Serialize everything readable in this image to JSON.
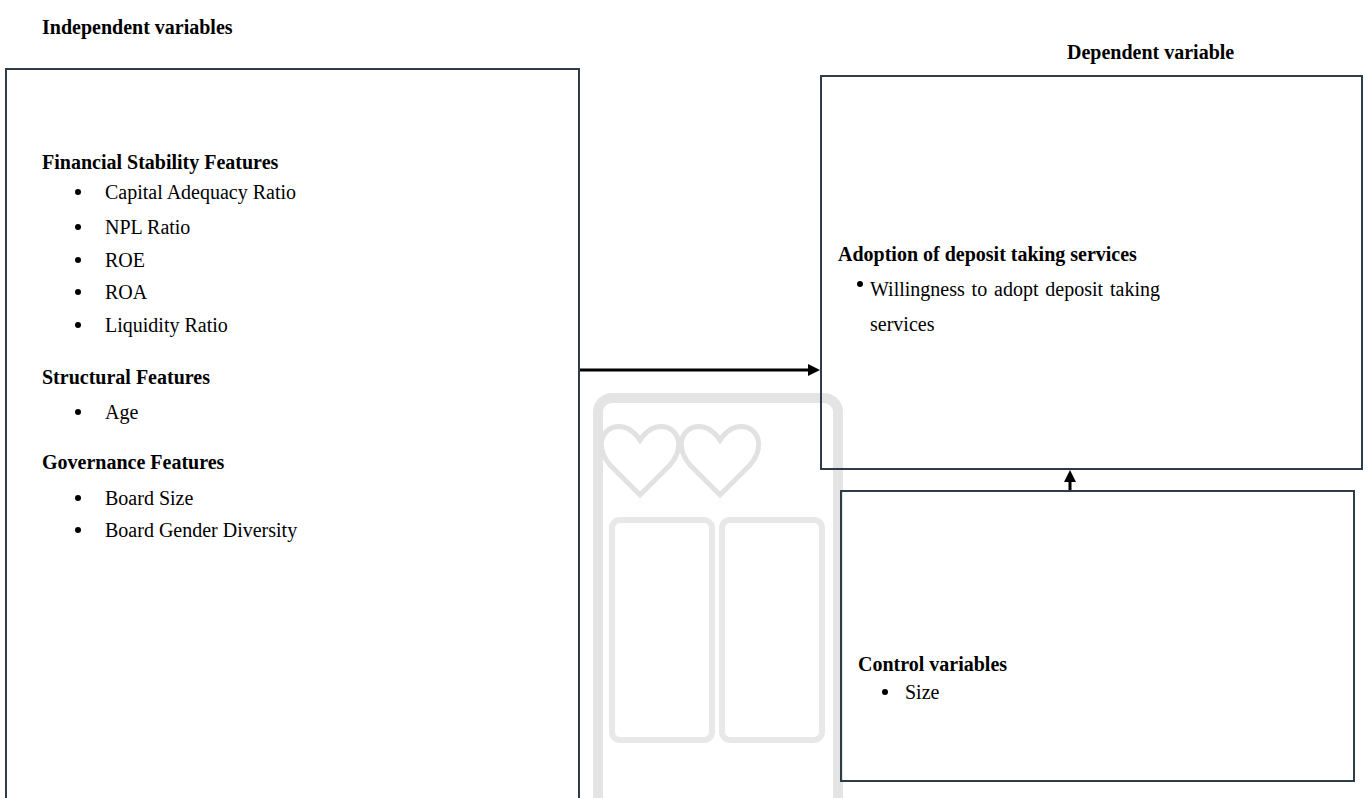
{
  "diagram": {
    "nodes": [
      {
        "text": [
          "Independent variables",
          "Financial Stability Features",
          "Capital Adequacy Ratio",
          "NPL Ratio",
          "ROE",
          "ROA",
          "Liquidity Ratio",
          "Structural Features",
          "Age",
          "Governance Features",
          "Board Size",
          "Board Gender Diversity"
        ]
      },
      {
        "text": [
          "Dependent variable",
          "Adoption of deposit taking services",
          "Willingness to adopt deposit taking services"
        ]
      },
      {
        "text": [
          "Control variables",
          "Size"
        ]
      }
    ],
    "edges": [
      {
        "from": 0,
        "to": 1,
        "arrow": "to"
      },
      {
        "from": 2,
        "to": 1,
        "arrow": "to"
      }
    ]
  }
}
